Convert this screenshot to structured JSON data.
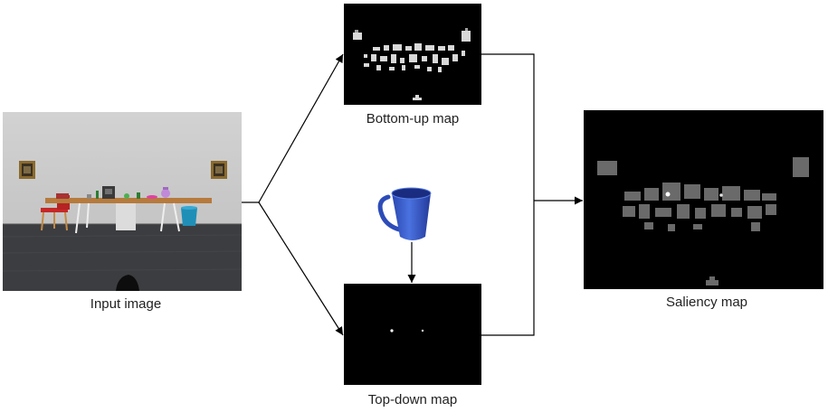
{
  "labels": {
    "input": "Input image",
    "bottom_up": "Bottom-up map",
    "top_down": "Top-down map",
    "saliency": "Saliency map"
  },
  "cue_object": "blue-mug",
  "colors": {
    "map_background": "#000000",
    "arrow": "#000000",
    "mug": "#3a5fd0",
    "room_wall": "#c8c8c8",
    "floor": "#3c3d40",
    "table_top": "#b77a3c"
  }
}
